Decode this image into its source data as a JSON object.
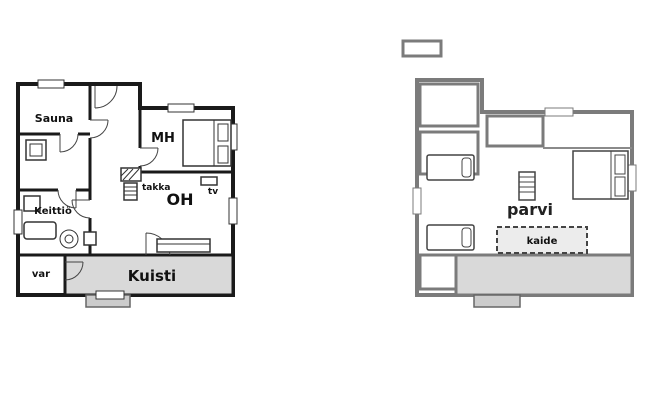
{
  "diagram": {
    "type": "floor-plan",
    "floors": [
      {
        "name": "ground-floor",
        "rooms": [
          "Sauna",
          "MH",
          "OH",
          "Keittiö",
          "Kuisti",
          "var"
        ],
        "features": [
          "takka",
          "tv"
        ]
      },
      {
        "name": "loft",
        "rooms": [
          "parvi"
        ],
        "features": [
          "kaide"
        ]
      }
    ]
  },
  "labels": {
    "sauna": "Sauna",
    "mh": "MH",
    "oh": "OH",
    "keittio": "Keittiö",
    "kuisti": "Kuisti",
    "var": "var",
    "takka": "takka",
    "tv": "tv",
    "parvi": "parvi",
    "kaide": "kaide"
  },
  "colors": {
    "ground_wall": "#1a1a1a",
    "loft_wall": "#7b7b7b",
    "porch_fill": "#d9d9d9",
    "step_fill": "#cccccc",
    "kaide_fill": "#ececec",
    "background": "#ffffff"
  }
}
